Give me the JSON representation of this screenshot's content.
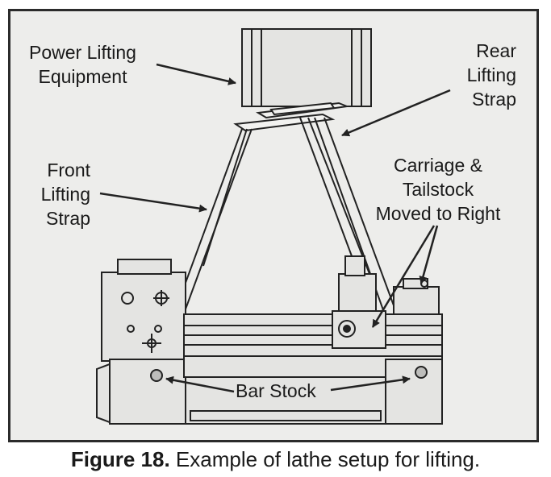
{
  "labels": {
    "power_lifting_equipment": [
      "Power Lifting",
      "Equipment"
    ],
    "rear_lifting_strap": [
      "Rear",
      "Lifting",
      "Strap"
    ],
    "front_lifting_strap": [
      "Front",
      "Lifting",
      "Strap"
    ],
    "carriage_tailstock": [
      "Carriage &",
      "Tailstock",
      "Moved to Right"
    ],
    "bar_stock": "Bar Stock"
  },
  "caption": {
    "figure_number": "Figure 18.",
    "text": " Example of lathe setup for lifting."
  },
  "colors": {
    "panel_background": "#ededeb",
    "line": "#222222",
    "machine_fill": "#e4e4e2"
  }
}
